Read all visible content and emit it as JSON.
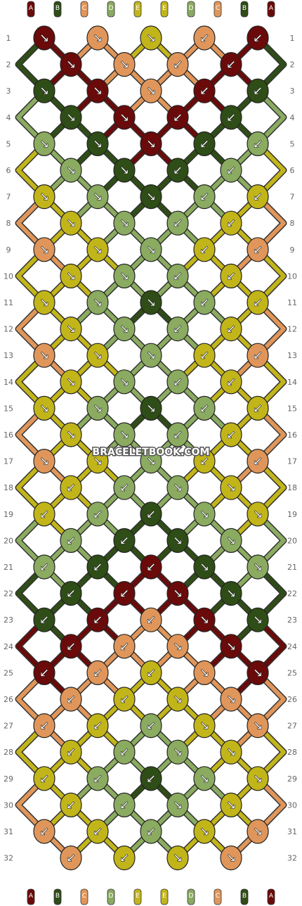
{
  "watermark": "BRACELETBOOK.COM",
  "strings": [
    {
      "letter": "A",
      "color": "#6b0a0a"
    },
    {
      "letter": "B",
      "color": "#2f4d16"
    },
    {
      "letter": "C",
      "color": "#e0965a"
    },
    {
      "letter": "D",
      "color": "#8aab60"
    },
    {
      "letter": "E",
      "color": "#c2b51a"
    }
  ],
  "top_letters": [
    "A",
    "B",
    "C",
    "D",
    "E",
    "E",
    "D",
    "C",
    "B",
    "A"
  ],
  "bottom_letters": [
    "A",
    "B",
    "C",
    "D",
    "E",
    "E",
    "D",
    "C",
    "B",
    "A"
  ],
  "row_labels": [
    "1",
    "2",
    "3",
    "4",
    "5",
    "6",
    "7",
    "8",
    "9",
    "10",
    "11",
    "12",
    "13",
    "14",
    "15",
    "16",
    "17",
    "18",
    "19",
    "20",
    "21",
    "22",
    "23",
    "24",
    "25",
    "26",
    "27",
    "28",
    "29",
    "30",
    "31",
    "32"
  ],
  "knot_rows": [
    {
      "colors": [
        "A",
        "C",
        "E",
        "C",
        "A"
      ],
      "arrows": [
        "↘",
        "↘",
        "↘",
        "↙",
        "↙"
      ]
    },
    {
      "colors": [
        "A",
        "C",
        "C",
        "A"
      ],
      "arrows": [
        "↘",
        "↘",
        "↙",
        "↙"
      ]
    },
    {
      "colors": [
        "B",
        "A",
        "C",
        "A",
        "B"
      ],
      "arrows": [
        "↘",
        "↘",
        "↘",
        "↙",
        "↙"
      ]
    },
    {
      "colors": [
        "B",
        "A",
        "A",
        "B"
      ],
      "arrows": [
        "↘",
        "↘",
        "↙",
        "↙"
      ]
    },
    {
      "colors": [
        "D",
        "B",
        "A",
        "B",
        "D"
      ],
      "arrows": [
        "↘",
        "↘",
        "↘",
        "↙",
        "↙"
      ]
    },
    {
      "colors": [
        "D",
        "B",
        "B",
        "D"
      ],
      "arrows": [
        "↘",
        "↘",
        "↙",
        "↙"
      ]
    },
    {
      "colors": [
        "E",
        "D",
        "B",
        "D",
        "E"
      ],
      "arrows": [
        "↘",
        "↘",
        "↘",
        "↙",
        "↙"
      ]
    },
    {
      "colors": [
        "E",
        "D",
        "D",
        "E"
      ],
      "arrows": [
        "↘",
        "↘",
        "↙",
        "↙"
      ]
    },
    {
      "colors": [
        "C",
        "E",
        "D",
        "E",
        "C"
      ],
      "arrows": [
        "↘",
        "↘",
        "↘",
        "↙",
        "↙"
      ]
    },
    {
      "colors": [
        "E",
        "D",
        "D",
        "E"
      ],
      "arrows": [
        "↘",
        "↘",
        "↙",
        "↙"
      ]
    },
    {
      "colors": [
        "E",
        "D",
        "B",
        "D",
        "E"
      ],
      "arrows": [
        "↘",
        "↘",
        "↘",
        "↙",
        "↙"
      ]
    },
    {
      "colors": [
        "E",
        "D",
        "D",
        "E"
      ],
      "arrows": [
        "↘",
        "↘",
        "↙",
        "↙"
      ]
    },
    {
      "colors": [
        "C",
        "E",
        "D",
        "E",
        "C"
      ],
      "arrows": [
        "↘",
        "↘",
        "↘",
        "↙",
        "↙"
      ]
    },
    {
      "colors": [
        "E",
        "D",
        "D",
        "E"
      ],
      "arrows": [
        "↘",
        "↘",
        "↙",
        "↙"
      ]
    },
    {
      "colors": [
        "E",
        "D",
        "B",
        "D",
        "E"
      ],
      "arrows": [
        "↘",
        "↘",
        "↘",
        "↙",
        "↙"
      ]
    },
    {
      "colors": [
        "E",
        "D",
        "D",
        "E"
      ],
      "arrows": [
        "↘",
        "↘",
        "↙",
        "↙"
      ]
    },
    {
      "colors": [
        "C",
        "E",
        "D",
        "E",
        "C"
      ],
      "arrows": [
        "↘",
        "↘",
        "↘",
        "↙",
        "↙"
      ]
    },
    {
      "colors": [
        "E",
        "D",
        "D",
        "E"
      ],
      "arrows": [
        "↙",
        "↙",
        "↘",
        "↘"
      ]
    },
    {
      "colors": [
        "E",
        "D",
        "B",
        "D",
        "E"
      ],
      "arrows": [
        "↙",
        "↙",
        "↙",
        "↘",
        "↘"
      ]
    },
    {
      "colors": [
        "D",
        "B",
        "B",
        "D"
      ],
      "arrows": [
        "↙",
        "↙",
        "↘",
        "↘"
      ]
    },
    {
      "colors": [
        "D",
        "B",
        "A",
        "B",
        "D"
      ],
      "arrows": [
        "↙",
        "↙",
        "↙",
        "↘",
        "↘"
      ]
    },
    {
      "colors": [
        "B",
        "A",
        "A",
        "B"
      ],
      "arrows": [
        "↙",
        "↙",
        "↘",
        "↘"
      ]
    },
    {
      "colors": [
        "B",
        "A",
        "C",
        "A",
        "B"
      ],
      "arrows": [
        "↙",
        "↙",
        "↙",
        "↘",
        "↘"
      ]
    },
    {
      "colors": [
        "A",
        "C",
        "C",
        "A"
      ],
      "arrows": [
        "↙",
        "↙",
        "↘",
        "↘"
      ]
    },
    {
      "colors": [
        "A",
        "C",
        "E",
        "C",
        "A"
      ],
      "arrows": [
        "↙",
        "↙",
        "↙",
        "↘",
        "↘"
      ]
    },
    {
      "colors": [
        "C",
        "E",
        "E",
        "C"
      ],
      "arrows": [
        "↙",
        "↙",
        "↘",
        "↘"
      ]
    },
    {
      "colors": [
        "C",
        "E",
        "D",
        "E",
        "C"
      ],
      "arrows": [
        "↙",
        "↙",
        "↙",
        "↘",
        "↘"
      ]
    },
    {
      "colors": [
        "E",
        "D",
        "D",
        "E"
      ],
      "arrows": [
        "↙",
        "↙",
        "↘",
        "↘"
      ]
    },
    {
      "colors": [
        "E",
        "D",
        "B",
        "D",
        "E"
      ],
      "arrows": [
        "↙",
        "↙",
        "↙",
        "↘",
        "↘"
      ]
    },
    {
      "colors": [
        "E",
        "D",
        "D",
        "E"
      ],
      "arrows": [
        "↙",
        "↙",
        "↘",
        "↘"
      ]
    },
    {
      "colors": [
        "C",
        "E",
        "D",
        "E",
        "C"
      ],
      "arrows": [
        "↙",
        "↙",
        "↙",
        "↘",
        "↘"
      ]
    },
    {
      "colors": [
        "C",
        "E",
        "E",
        "C"
      ],
      "arrows": [
        "↙",
        "↙",
        "↘",
        "↘"
      ]
    }
  ]
}
